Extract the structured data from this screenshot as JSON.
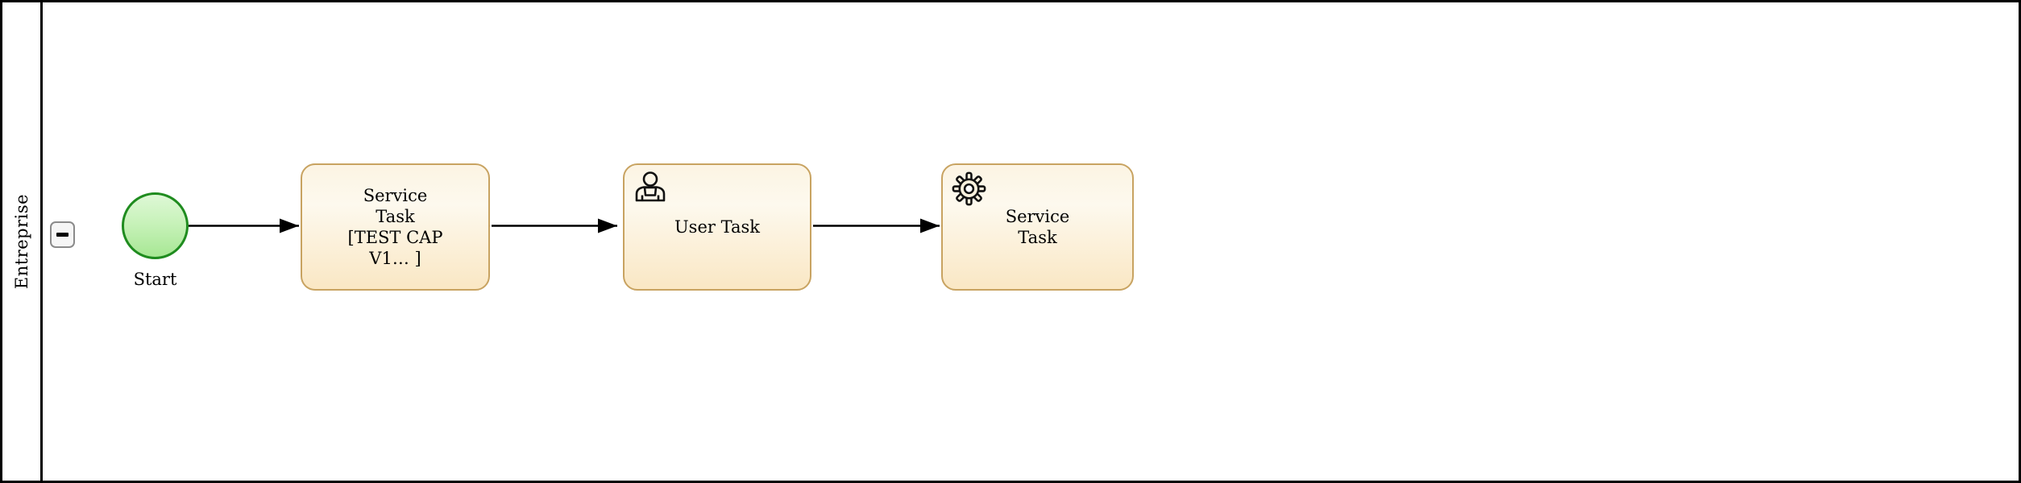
{
  "pool": {
    "label": "Entreprise",
    "collapse_icon": "minus-icon"
  },
  "diagram": {
    "type": "bpmn-process",
    "start_event": {
      "label": "Start",
      "shape": "circle"
    },
    "tasks": [
      {
        "id": "task-1",
        "type": "service-task",
        "icon": "none",
        "lines": [
          "Service",
          "Task",
          "[TEST CAP",
          "V1… ]"
        ]
      },
      {
        "id": "task-2",
        "type": "user-task",
        "icon": "user-icon",
        "lines": [
          "User Task"
        ]
      },
      {
        "id": "task-3",
        "type": "service-task",
        "icon": "gear-icon",
        "lines": [
          "Service",
          "Task"
        ]
      }
    ],
    "flows": [
      {
        "from": "start-event",
        "to": "task-1"
      },
      {
        "from": "task-1",
        "to": "task-2"
      },
      {
        "from": "task-2",
        "to": "task-3"
      }
    ],
    "colors": {
      "task_fill_top": "#fcf4e3",
      "task_fill_bottom": "#fae7c4",
      "task_border": "#c8a361",
      "event_fill_top": "#def8d6",
      "event_fill_bottom": "#a7e794",
      "event_border": "#1f8c1f",
      "flow_line": "#000000",
      "pool_border": "#000000",
      "collapse_border": "#8b8b8b"
    }
  }
}
